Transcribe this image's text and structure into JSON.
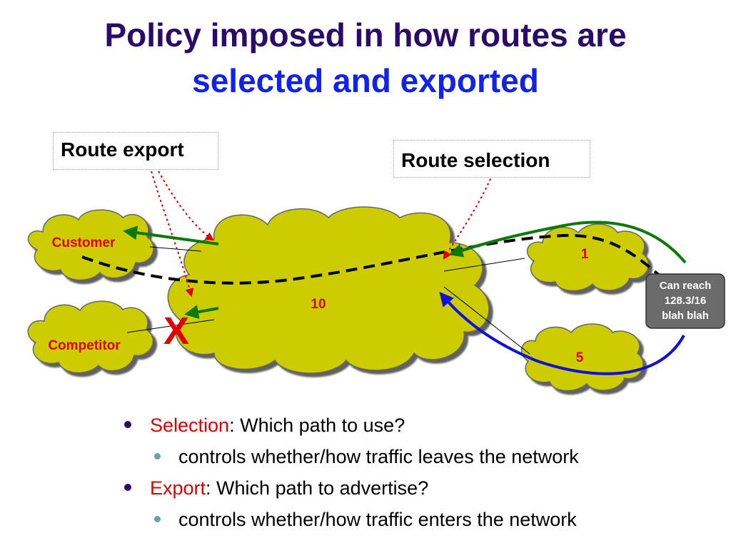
{
  "title": {
    "line1": "Policy imposed in how routes are",
    "line2": "selected and exported"
  },
  "callouts": {
    "route_export": "Route export",
    "route_selection": "Route selection"
  },
  "clouds": {
    "customer": "Customer",
    "competitor": "Competitor",
    "center": "10",
    "provider_top": "1",
    "provider_bottom": "5"
  },
  "reach_box": {
    "line1": "Can reach",
    "line2": "128.3/16",
    "line3": "blah blah"
  },
  "blocked_mark": "X",
  "bullets": [
    {
      "keyword": "Selection",
      "text": ": Which path to use?"
    },
    {
      "sub": "controls whether/how traffic leaves the network"
    },
    {
      "keyword": "Export",
      "text": ": Which path to advertise?"
    },
    {
      "sub": "controls whether/how traffic enters the network"
    }
  ],
  "colors": {
    "title_line1": "#2a0b6a",
    "title_line2": "#1122ee",
    "cloud_fill": "#cccc00",
    "cloud_label": "#e00000",
    "green_arrow": "#0b7a0b",
    "blue_arrow": "#1010dd",
    "callout_pointer": "#e00000",
    "reach_box_fill": "#6b6b6b"
  }
}
